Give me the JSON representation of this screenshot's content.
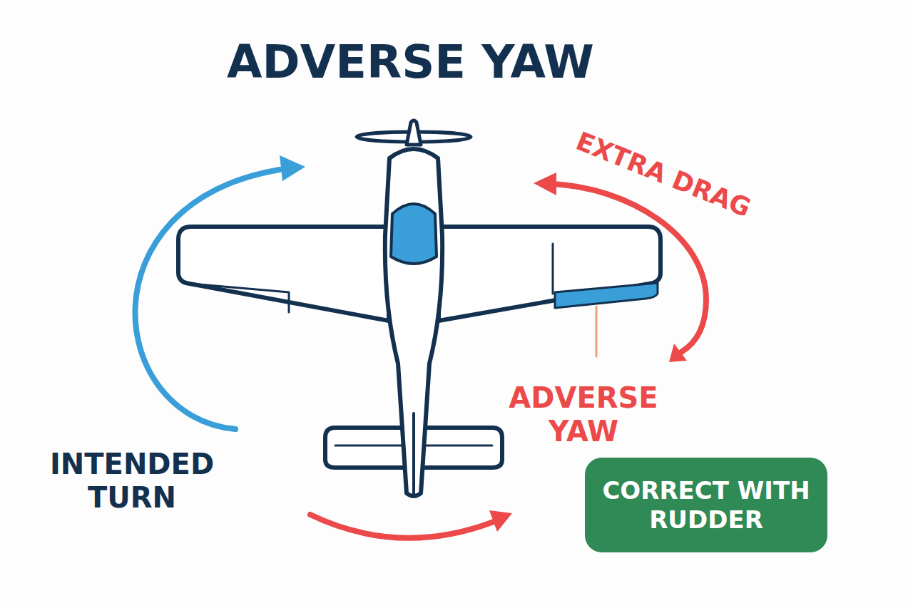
{
  "diagram": {
    "title": "ADVERSE YAW",
    "nodes": [
      {
        "text": [
          "CORRECT WITH RUDDER"
        ]
      }
    ],
    "labels": [
      "EXTRA DRAG",
      "ADVERSE YAW",
      "INTENDED TURN"
    ]
  }
}
